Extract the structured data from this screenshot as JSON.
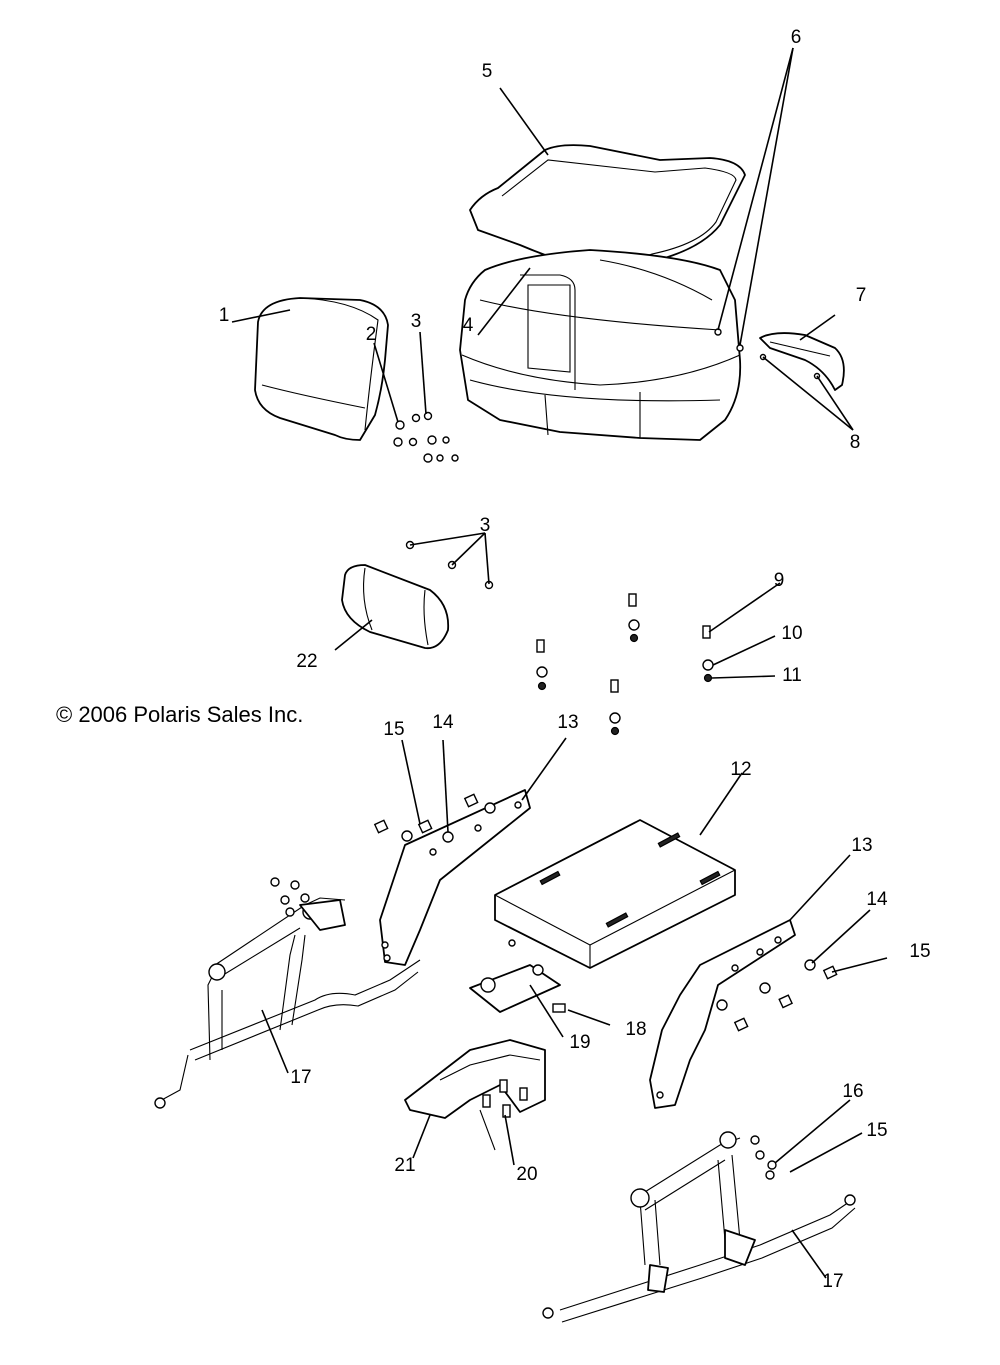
{
  "copyright": "© 2006 Polaris Sales Inc.",
  "callouts": {
    "c1": "1",
    "c2": "2",
    "c3a": "3",
    "c3b": "3",
    "c4": "4",
    "c5": "5",
    "c6": "6",
    "c7": "7",
    "c8": "8",
    "c9": "9",
    "c10": "10",
    "c11": "11",
    "c12": "12",
    "c13a": "13",
    "c13b": "13",
    "c14a": "14",
    "c14b": "14",
    "c15a": "15",
    "c15b": "15",
    "c15c": "15",
    "c16": "16",
    "c17a": "17",
    "c17b": "17",
    "c18": "18",
    "c19": "19",
    "c20": "20",
    "c21": "21",
    "c22": "22"
  }
}
